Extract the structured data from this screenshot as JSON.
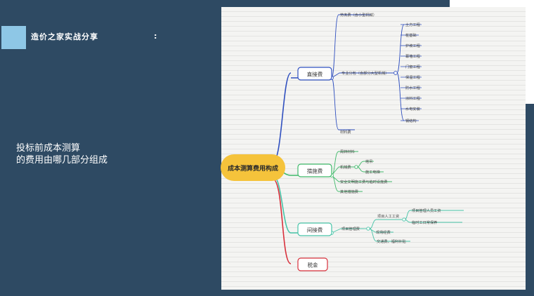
{
  "header": {
    "title": "造价之家实战分享",
    "colon": ":"
  },
  "left_text": {
    "line1": "投标前成本测算",
    "line2": "的费用由哪几部分组成"
  },
  "mindmap": {
    "root": "成本测算费用构成",
    "colors": {
      "root_fill": "#f5c33b",
      "direct": "#2f4fbf",
      "measure": "#3fb96a",
      "indirect": "#48c4a8",
      "tax": "#d8303c"
    },
    "direct": {
      "label": "直接费",
      "labor": "劳务费（含小型机械）",
      "subcontract": "专业分包（含部分大型机械）",
      "material": "材料费",
      "sub_items": [
        "土方工程",
        "桩基础",
        "护坡工程",
        "幕墙工程",
        "门窗工程",
        "保温工程",
        "防水工程",
        "涂料工程",
        "水电安装",
        "钢结构"
      ]
    },
    "measure": {
      "label": "措施费",
      "items": [
        "周转材料",
        "机械费",
        "安全文明施工费与临时设施费",
        "其他措施费"
      ],
      "machine_items": [
        "塔吊",
        "施工电梯"
      ]
    },
    "indirect": {
      "label": "间接费",
      "mgmt": "项目管理费",
      "mgmt_items": [
        "项目人工工资",
        "现场经费",
        "交通费、福利补贴"
      ],
      "wage_items": [
        "项目管理人员工资",
        "临时工日常保养"
      ]
    },
    "tax": {
      "label": "税金"
    }
  }
}
